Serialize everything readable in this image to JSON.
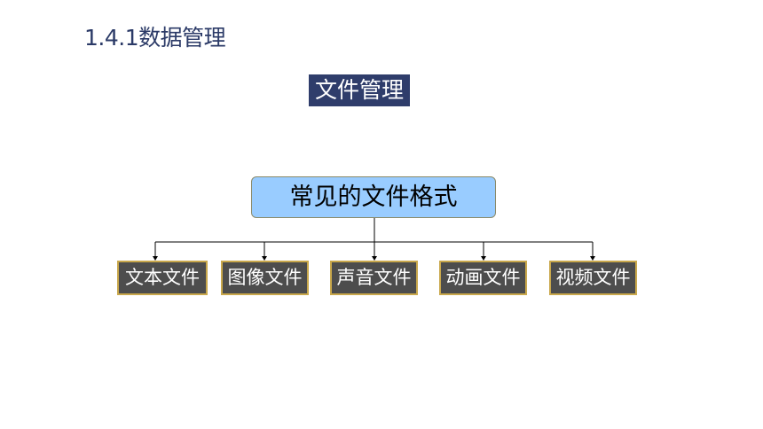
{
  "slide": {
    "title": "1.4.1数据管理",
    "topic": "文件管理"
  },
  "diagram": {
    "root": "常见的文件格式",
    "children": [
      {
        "label": "文本文件"
      },
      {
        "label": "图像文件"
      },
      {
        "label": "声音文件"
      },
      {
        "label": "动画文件"
      },
      {
        "label": "视频文件"
      }
    ]
  },
  "colors": {
    "title_text": "#2b3a67",
    "topic_badge_bg": "#2f3d6b",
    "root_fill": "#99ccff",
    "child_fill": "#4d4d4d",
    "child_border": "#c9a84c",
    "connector": "#000000"
  }
}
